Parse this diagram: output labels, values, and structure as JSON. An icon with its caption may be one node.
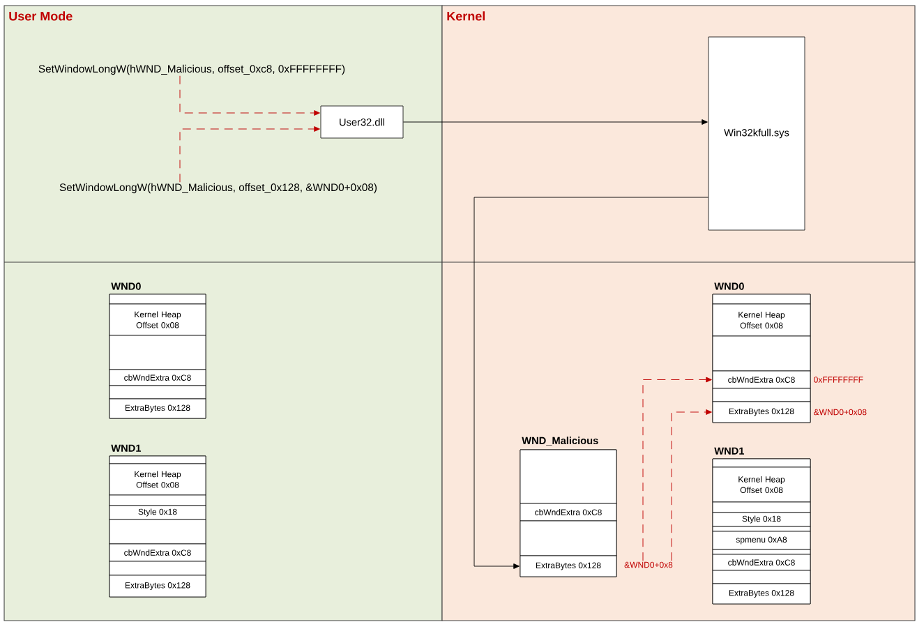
{
  "diagram": {
    "nodes": [
      {
        "text": [
          "User Mode"
        ]
      },
      {
        "text": [
          "SetWindowLongW(hWND_Malicious, offset_0xc8, 0xFFFFFFFF)"
        ],
        "in": 0
      },
      {
        "text": [
          "User32.dll"
        ],
        "in": 0
      },
      {
        "text": [
          "SetWindowLongW(hWND_Malicious, offset_0x128, &WND0+0x08)"
        ],
        "in": 0
      },
      {
        "text": [
          "WND0"
        ],
        "in": 0
      },
      {
        "text": [],
        "shape": "box",
        "in": 4
      },
      {
        "text": [
          "Kernel Heap Offset 0x08"
        ],
        "in": 4
      },
      {
        "text": [],
        "shape": "box",
        "in": 4
      },
      {
        "text": [
          "cbWndExtra 0xC8"
        ],
        "in": 4
      },
      {
        "text": [],
        "shape": "box",
        "in": 4
      },
      {
        "text": [
          "ExtraBytes 0x128"
        ],
        "in": 4
      },
      {
        "text": [
          "WND1"
        ],
        "in": 0
      },
      {
        "text": [],
        "shape": "box",
        "in": 11
      },
      {
        "text": [
          "Kernel Heap Offset 0x08"
        ],
        "in": 11
      },
      {
        "text": [],
        "shape": "box",
        "in": 11
      },
      {
        "text": [
          "Style 0x18"
        ],
        "in": 11
      },
      {
        "text": [],
        "shape": "box",
        "in": 11
      },
      {
        "text": [
          "cbWndExtra 0xC8"
        ],
        "in": 11
      },
      {
        "text": [],
        "shape": "box",
        "in": 11
      },
      {
        "text": [
          "ExtraBytes 0x128"
        ],
        "in": 11
      },
      {
        "text": [
          "Kernel"
        ]
      },
      {
        "text": [
          "Win32kfull.sys"
        ],
        "in": 20
      },
      {
        "text": [
          "WND0"
        ],
        "in": 20
      },
      {
        "text": [],
        "shape": "box",
        "in": 22
      },
      {
        "text": [
          "Kernel Heap Offset 0x08"
        ],
        "in": 22
      },
      {
        "text": [],
        "shape": "box",
        "in": 22
      },
      {
        "text": [
          "cbWndExtra 0xC8"
        ],
        "in": 22,
        "beside": [
          "0xFFFFFFFF"
        ]
      },
      {
        "text": [],
        "shape": "box",
        "in": 22
      },
      {
        "text": [
          "ExtraBytes 0x128"
        ],
        "in": 22,
        "beside": [
          "&WND0+0x08"
        ]
      },
      {
        "text": [
          "WND_Malicious"
        ],
        "in": 20
      },
      {
        "text": [],
        "shape": "box",
        "in": 29
      },
      {
        "text": [
          "cbWndExtra 0xC8"
        ],
        "in": 29
      },
      {
        "text": [],
        "shape": "box",
        "in": 29
      },
      {
        "text": [
          "ExtraBytes 0x128"
        ],
        "in": 29
      },
      {
        "text": [
          "&WND0+0x8"
        ],
        "in": 20
      },
      {
        "text": [
          "WND1"
        ],
        "in": 20
      },
      {
        "text": [],
        "shape": "box",
        "in": 35
      },
      {
        "text": [
          "Kernel Heap Offset 0x08"
        ],
        "in": 35
      },
      {
        "text": [],
        "shape": "box",
        "in": 35
      },
      {
        "text": [
          "Style 0x18"
        ],
        "in": 35
      },
      {
        "text": [],
        "shape": "box",
        "in": 35
      },
      {
        "text": [
          "spmenu 0xA8"
        ],
        "in": 35
      },
      {
        "text": [],
        "shape": "box",
        "in": 35
      },
      {
        "text": [
          "cbWndExtra 0xC8"
        ],
        "in": 35
      },
      {
        "text": [],
        "shape": "box",
        "in": 35
      },
      {
        "text": [
          "ExtraBytes 0x128"
        ],
        "in": 35
      }
    ],
    "edges": [
      {
        "from": 1,
        "to": 2,
        "arrow": "to",
        "style": "dashed",
        "color": "#c00000"
      },
      {
        "from": 3,
        "to": 2,
        "arrow": "to",
        "style": "dashed",
        "color": "#c00000"
      },
      {
        "from": 2,
        "to": 21,
        "arrow": "to",
        "color": "#000000"
      },
      {
        "from": 21,
        "to": 33,
        "arrow": "to",
        "color": "#000000"
      },
      {
        "from": 34,
        "to": 26,
        "arrow": "to",
        "style": "dashed",
        "color": "#c00000"
      },
      {
        "from": 34,
        "to": 28,
        "arrow": "to",
        "style": "dashed",
        "color": "#c00000"
      }
    ]
  }
}
